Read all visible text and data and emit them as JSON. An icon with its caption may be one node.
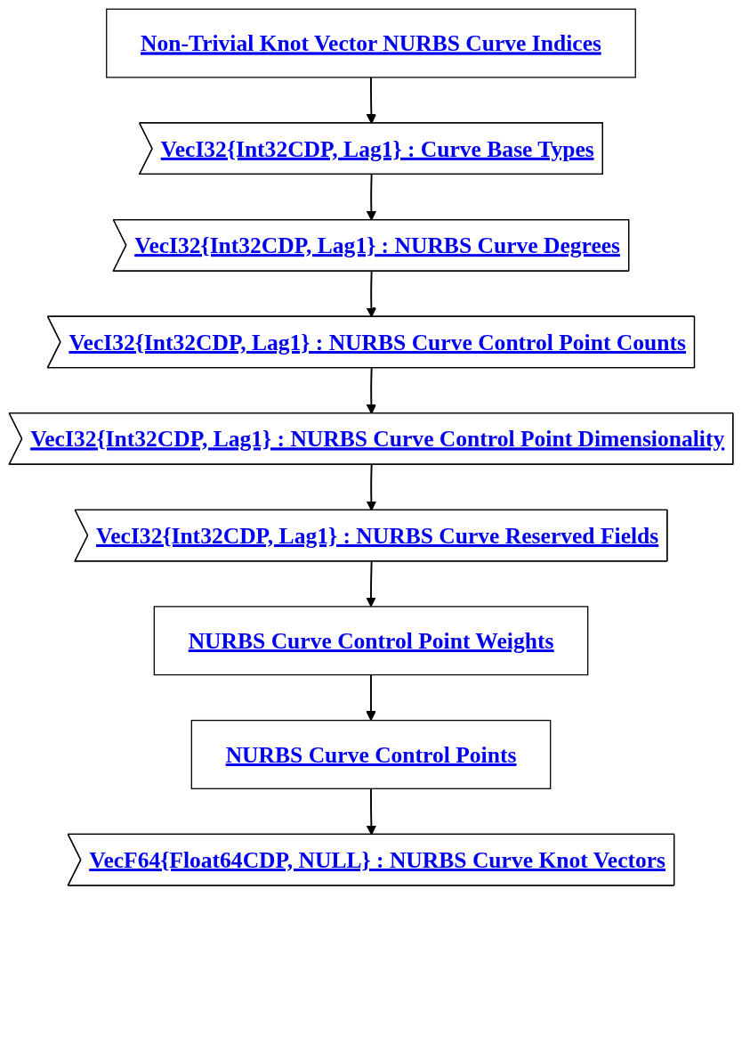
{
  "diagram": {
    "nodes": [
      {
        "text": [
          "Non-Trivial Knot Vector NURBS Curve Indices"
        ]
      },
      {
        "text": [
          "VecI32{Int32CDP, Lag1} : Curve Base Types"
        ]
      },
      {
        "text": [
          "VecI32{Int32CDP, Lag1} : NURBS Curve Degrees"
        ]
      },
      {
        "text": [
          "VecI32{Int32CDP, Lag1} : NURBS Curve Control Point Counts"
        ]
      },
      {
        "text": [
          "VecI32{Int32CDP, Lag1} : NURBS Curve Control Point Dimensionality"
        ]
      },
      {
        "text": [
          "VecI32{Int32CDP, Lag1} : NURBS Curve Reserved Fields"
        ]
      },
      {
        "text": [
          "NURBS Curve Control Point Weights"
        ]
      },
      {
        "text": [
          "NURBS Curve Control Points"
        ]
      },
      {
        "text": [
          "VecF64{Float64CDP, NULL} : NURBS Curve Knot Vectors"
        ]
      }
    ],
    "edges": [
      {
        "from": 0,
        "to": 1,
        "arrow": "to"
      },
      {
        "from": 1,
        "to": 2,
        "arrow": "to"
      },
      {
        "from": 2,
        "to": 3,
        "arrow": "to"
      },
      {
        "from": 3,
        "to": 4,
        "arrow": "to"
      },
      {
        "from": 4,
        "to": 5,
        "arrow": "to"
      },
      {
        "from": 5,
        "to": 6,
        "arrow": "to"
      },
      {
        "from": 6,
        "to": 7,
        "arrow": "to"
      },
      {
        "from": 7,
        "to": 8,
        "arrow": "to"
      }
    ]
  }
}
